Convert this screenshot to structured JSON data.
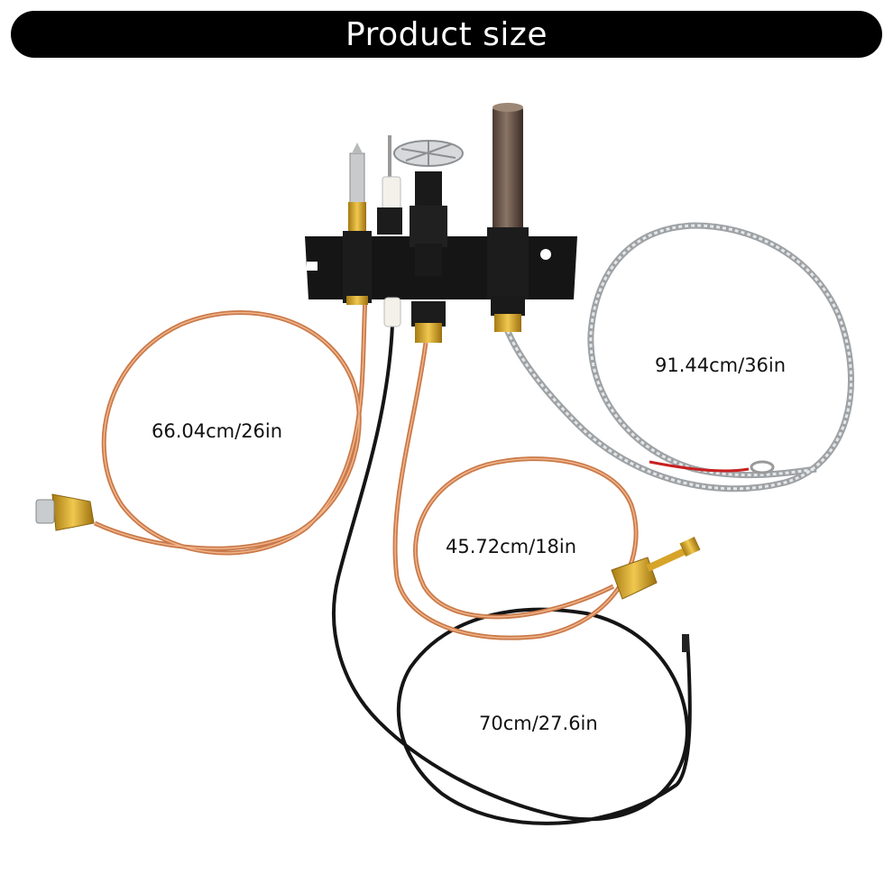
{
  "title": "Product size",
  "dimensions": {
    "thermocouple": "66.04cm/26in",
    "thermopile": "91.44cm/36in",
    "supply_tube": "45.72cm/18in",
    "igniter_wire": "70cm/27.6in"
  },
  "colors": {
    "title_bg": "#000000",
    "title_text": "#ffffff",
    "copper": "#d98f60",
    "brass": "#d8a930",
    "wire": "#111111",
    "steel": "#b9bcbe",
    "bracket": "#141414"
  }
}
